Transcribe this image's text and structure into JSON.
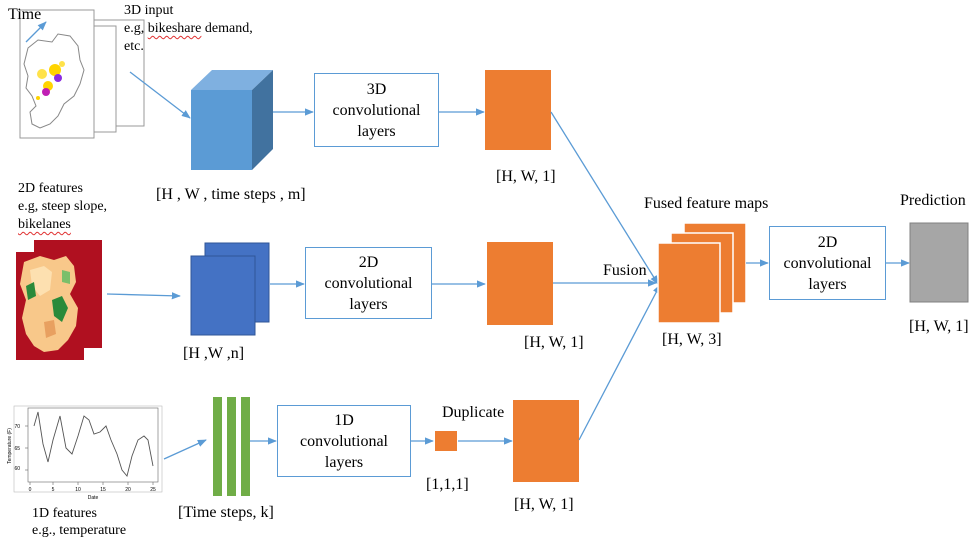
{
  "inputs": {
    "time_label": "Time",
    "input3d": {
      "line1": "3D input",
      "line2": "e.g, bikeshare demand,",
      "line3": "etc."
    },
    "input2d": {
      "line1": "2D features",
      "line2": "e.g, steep slope,",
      "line3": "bikelanes"
    },
    "input1d": {
      "line1": "1D features",
      "line2": "e.g., temperature"
    }
  },
  "shapes": {
    "tensor3d": "[H , W , time steps , m]",
    "tensor2d": "[H ,W ,n]",
    "tensor1d": "[Time steps, k]",
    "out3d": "[H, W, 1]",
    "out2d": "[H, W, 1]",
    "out1d_small": "[1,1,1]",
    "out1d": "[H, W, 1]",
    "fused": "[H, W, 3]",
    "prediction": "[H, W, 1]"
  },
  "layers": {
    "conv3d": {
      "line1": "3D",
      "line2": "convolutional",
      "line3": "layers"
    },
    "conv2d": {
      "line1": "2D",
      "line2": "convolutional",
      "line3": "layers"
    },
    "conv1d": {
      "line1": "1D",
      "line2": "convolutional",
      "line3": "layers"
    },
    "conv2d_final": {
      "line1": "2D",
      "line2": "convolutional",
      "line3": "layers"
    }
  },
  "annotations": {
    "duplicate": "Duplicate",
    "fusion": "Fusion",
    "fused_maps": "Fused feature maps",
    "prediction": "Prediction"
  },
  "mini_chart": {
    "ylabel": "Temperature (F)",
    "xlabel": "Date",
    "yticks": [
      "60",
      "65",
      "70"
    ],
    "xticks": [
      "0",
      "5",
      "10",
      "15",
      "20",
      "25"
    ]
  },
  "colors": {
    "arrow": "#5b9bd5",
    "cube_front": "#5b9bd5",
    "cube_side": "#41729f",
    "cube_top": "#7fb0e0",
    "layer2d": "#4472c4",
    "bars1d": "#70ad47",
    "orange": "#ed7d31",
    "prediction": "#a6a6a6"
  }
}
